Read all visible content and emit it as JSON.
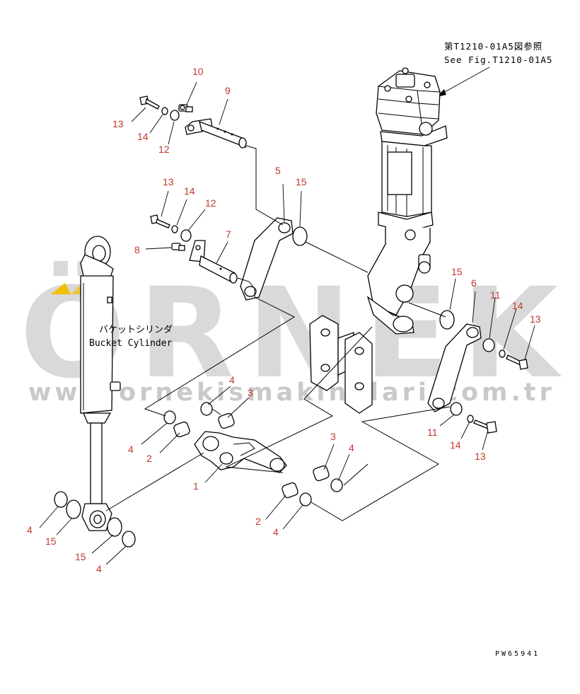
{
  "reference": {
    "line_jp": "第T1210-01A5図参照",
    "line_en": "See Fig.T1210-01A5"
  },
  "cylinder_label": {
    "line_jp": "バケットシリンダ",
    "line_en": "Bucket Cylinder"
  },
  "watermark": {
    "brand": "ÖRNEK",
    "url": "www.ornekismakinalari.com.tr",
    "accent_color": "#f0c000"
  },
  "drawing_code": "PW65941",
  "callouts": [
    {
      "id": "c10",
      "text": "10"
    },
    {
      "id": "c9",
      "text": "9"
    },
    {
      "id": "c13a",
      "text": "13"
    },
    {
      "id": "c14a",
      "text": "14"
    },
    {
      "id": "c12a",
      "text": "12"
    },
    {
      "id": "c13b",
      "text": "13"
    },
    {
      "id": "c14b",
      "text": "14"
    },
    {
      "id": "c12b",
      "text": "12"
    },
    {
      "id": "c8",
      "text": "8"
    },
    {
      "id": "c7",
      "text": "7"
    },
    {
      "id": "c5",
      "text": "5"
    },
    {
      "id": "c15a",
      "text": "15"
    },
    {
      "id": "c15b",
      "text": "15"
    },
    {
      "id": "c6",
      "text": "6"
    },
    {
      "id": "c11a",
      "text": "11"
    },
    {
      "id": "c14c",
      "text": "14"
    },
    {
      "id": "c13c",
      "text": "13"
    },
    {
      "id": "c11b",
      "text": "11"
    },
    {
      "id": "c14d",
      "text": "14"
    },
    {
      "id": "c13d",
      "text": "13"
    },
    {
      "id": "c4a",
      "text": "4"
    },
    {
      "id": "c3a",
      "text": "3"
    },
    {
      "id": "c4b",
      "text": "4"
    },
    {
      "id": "c2a",
      "text": "2"
    },
    {
      "id": "c1",
      "text": "1"
    },
    {
      "id": "c3b",
      "text": "3"
    },
    {
      "id": "c4c",
      "text": "4"
    },
    {
      "id": "c2b",
      "text": "2"
    },
    {
      "id": "c4d",
      "text": "4"
    },
    {
      "id": "c4e",
      "text": "4"
    },
    {
      "id": "c15c",
      "text": "15"
    },
    {
      "id": "c15d",
      "text": "15"
    },
    {
      "id": "c4f",
      "text": "4"
    }
  ]
}
